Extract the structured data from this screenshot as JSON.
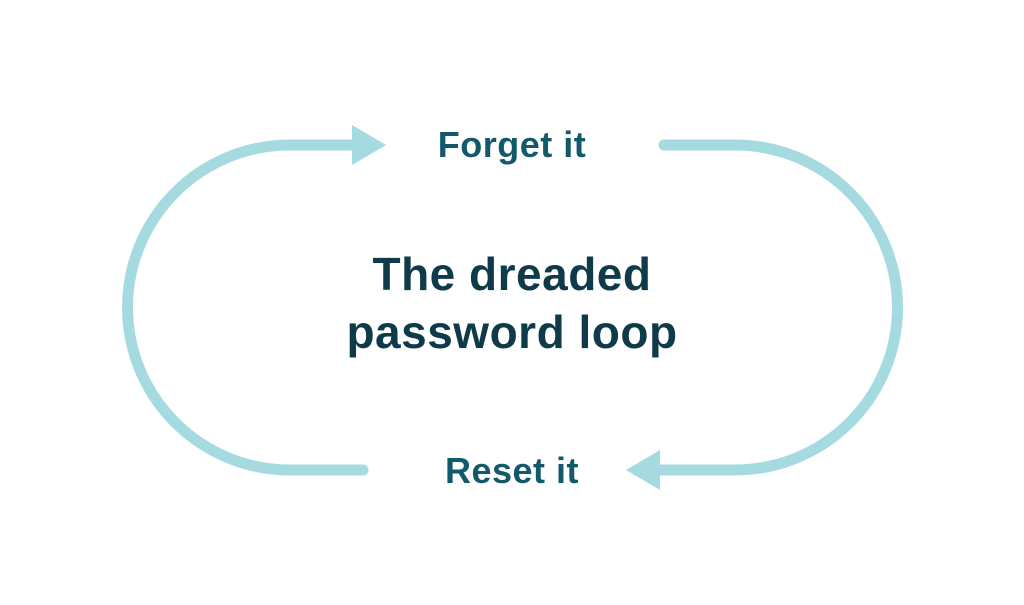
{
  "colors": {
    "background": "#ffffff",
    "loop": "#a5dbe0",
    "label": "#12596b",
    "title": "#0e3a49"
  },
  "diagram": {
    "top_label": "Forget it",
    "bottom_label": "Reset it",
    "title_line1": "The dreaded",
    "title_line2": "password loop",
    "flow": "clockwise",
    "icons": {
      "top_arrow": "arrow-right-icon",
      "bottom_arrow": "arrow-left-icon"
    }
  }
}
